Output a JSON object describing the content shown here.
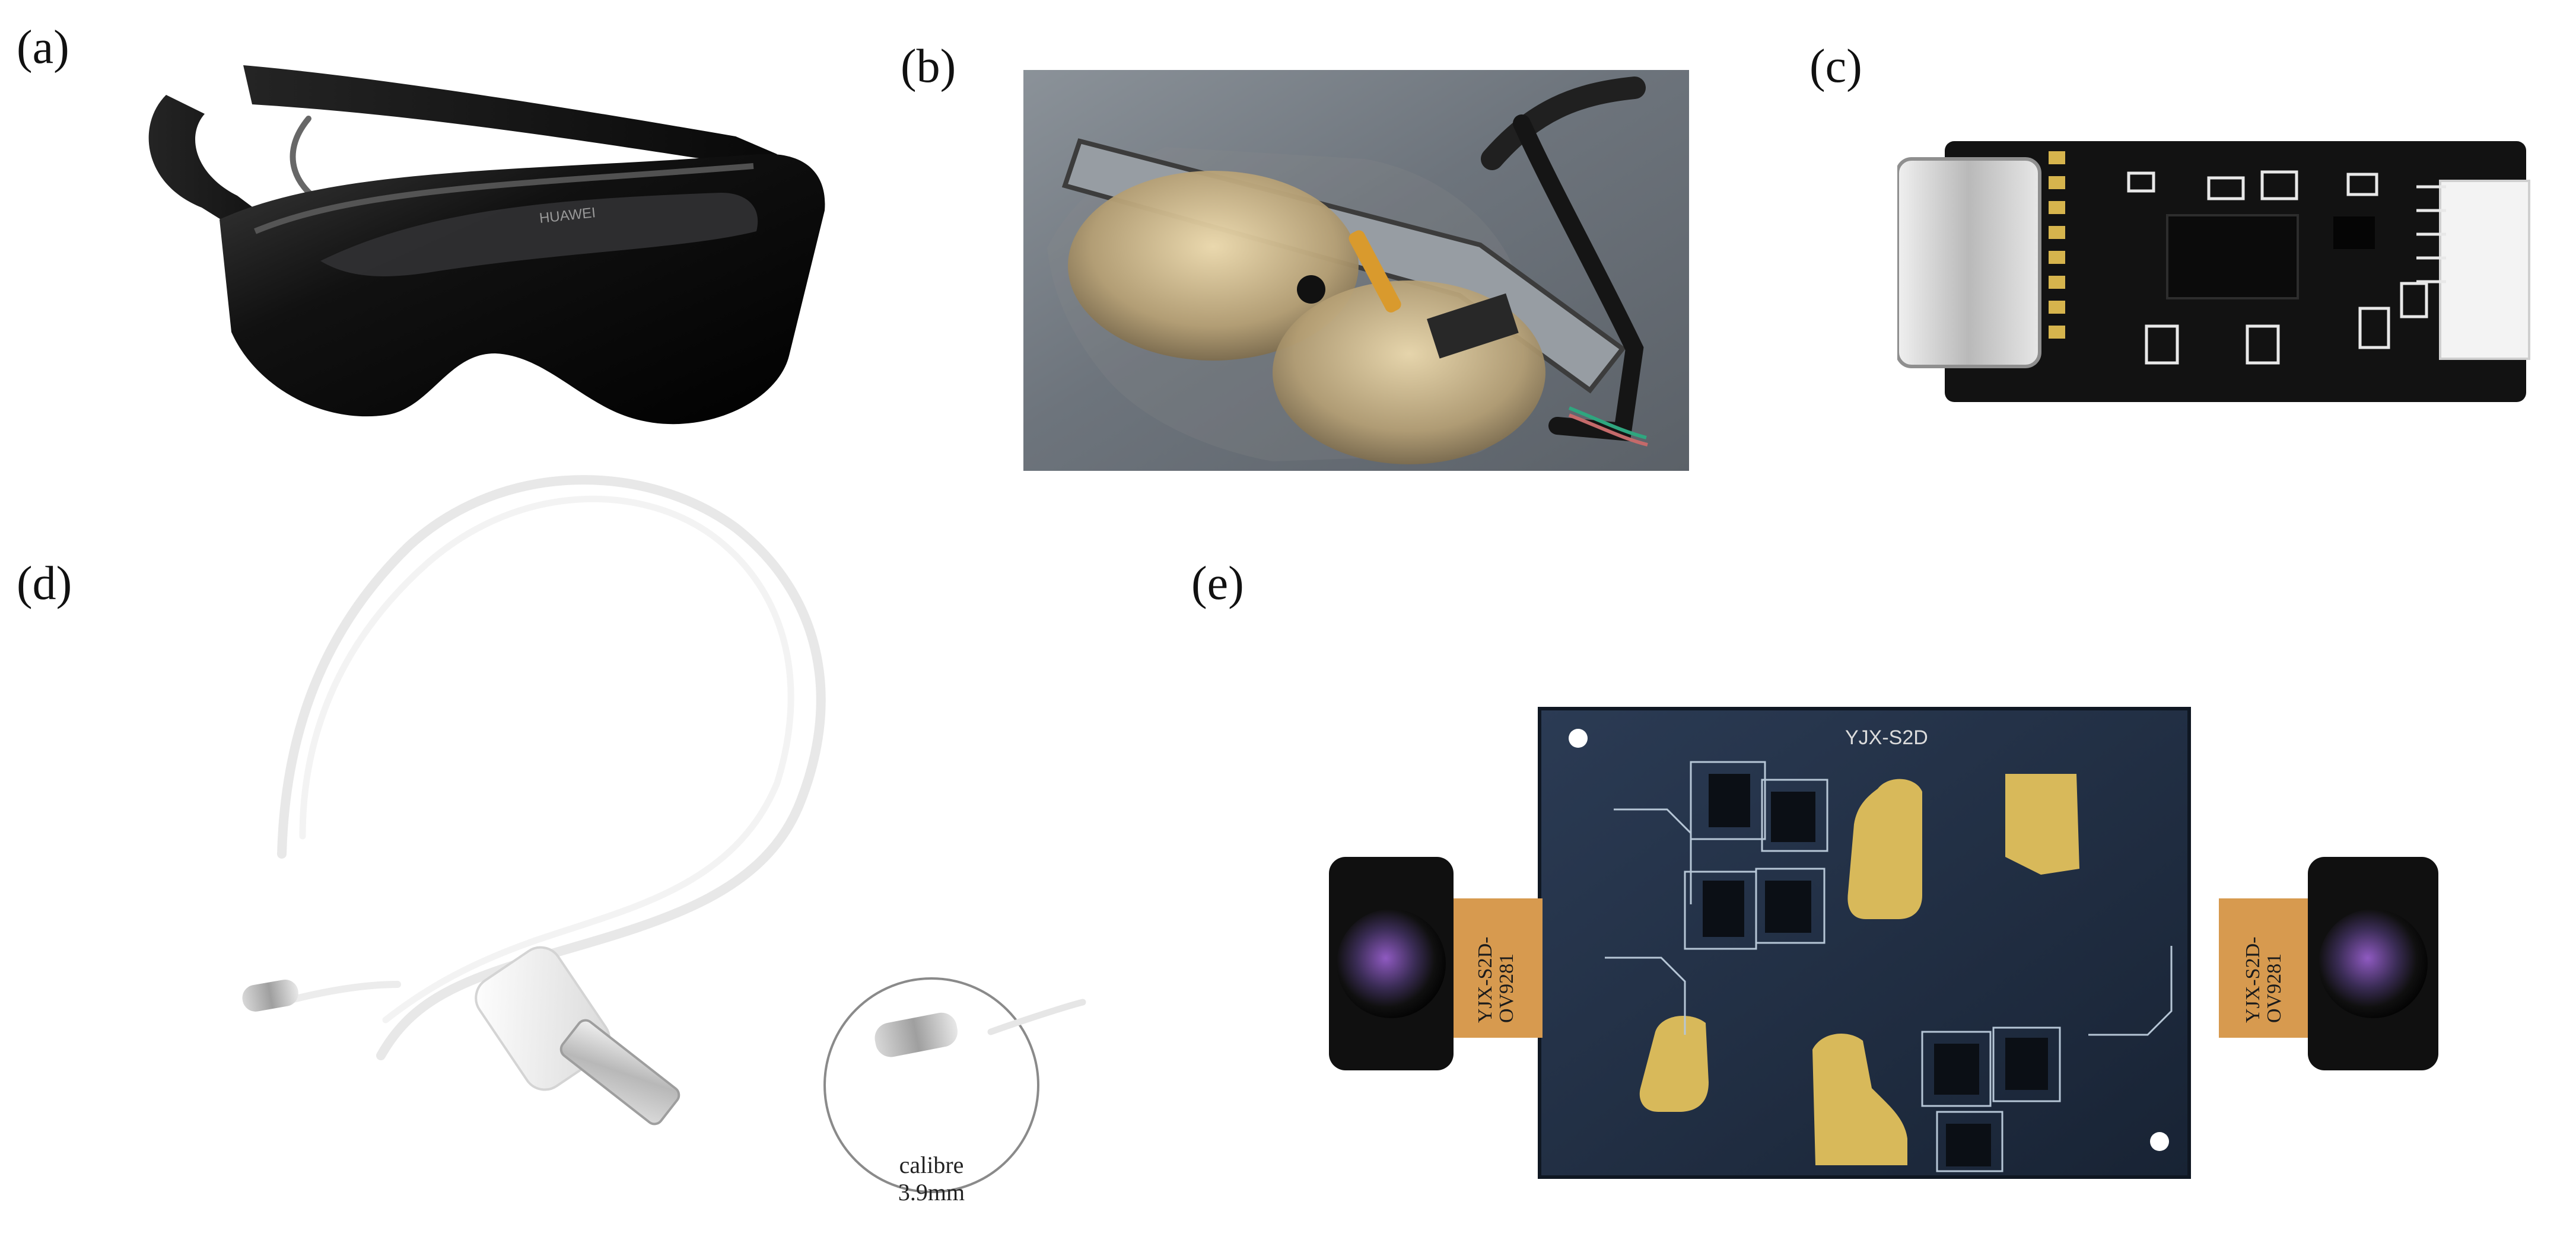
{
  "labels": {
    "a": "(a)",
    "b": "(b)",
    "c": "(c)",
    "d": "(d)",
    "e": "(e)"
  },
  "panel_a": {
    "brand": "HUAWEI"
  },
  "panel_d": {
    "callout_line1": "calibre",
    "callout_line2": "3.9mm"
  },
  "panel_e": {
    "board_name": "YJX-S2D",
    "left_flex_text_1": "YJX-S2D-",
    "left_flex_text_2": "OV9281",
    "right_flex_text_1": "YJX-S2D-",
    "right_flex_text_2": "OV9281"
  },
  "colors": {
    "glasses_body": "#111111",
    "photo_bg": "#6d747c",
    "pcb_black": "#121212",
    "pcb_blue": "#223248",
    "gold": "#d6b44d",
    "cable_white": "#ececec",
    "silver": "#b7b7b7",
    "flex_orange": "#d79a4f",
    "lens_purple": "#7f4fa6"
  }
}
